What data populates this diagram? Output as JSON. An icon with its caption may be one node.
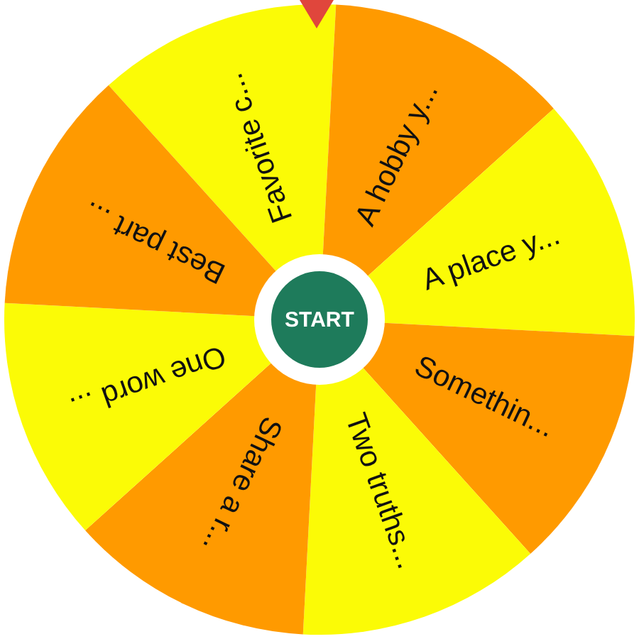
{
  "diagram": {
    "nodes": [
      {
        "text": [
          "Favorite c..."
        ]
      },
      {
        "text": [
          "A hobby y..."
        ]
      },
      {
        "text": [
          "A place y..."
        ]
      },
      {
        "text": [
          "Somethin..."
        ]
      },
      {
        "text": [
          "Two truths..."
        ]
      },
      {
        "text": [
          "Share a r..."
        ]
      },
      {
        "text": [
          "One word ..."
        ]
      },
      {
        "text": [
          "Best part ..."
        ]
      },
      {
        "text": [
          "START"
        ]
      }
    ]
  }
}
